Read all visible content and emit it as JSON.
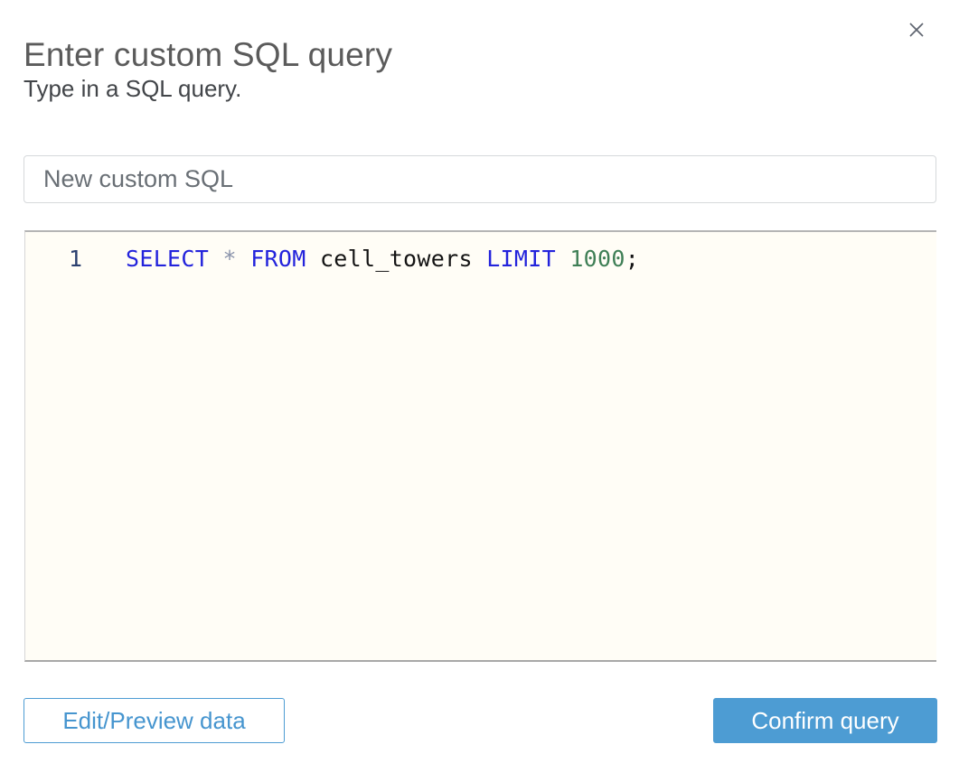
{
  "dialog": {
    "title": "Enter custom SQL query",
    "subtitle": "Type in a SQL query.",
    "close_icon": "close-icon"
  },
  "query_name_input": {
    "value": "New custom SQL"
  },
  "sql_editor": {
    "lines": [
      {
        "number": "1",
        "tokens": [
          {
            "type": "keyword",
            "text": "SELECT"
          },
          {
            "type": "operator",
            "text": "*"
          },
          {
            "type": "keyword",
            "text": "FROM"
          },
          {
            "type": "identifier",
            "text": "cell_towers"
          },
          {
            "type": "keyword",
            "text": "LIMIT"
          },
          {
            "type": "number",
            "text": "1000"
          },
          {
            "type": "punctuation",
            "text": ";"
          }
        ],
        "full_text": "SELECT * FROM cell_towers LIMIT 1000;"
      }
    ]
  },
  "footer": {
    "edit_preview_label": "Edit/Preview data",
    "confirm_label": "Confirm query"
  },
  "colors": {
    "accent_blue": "#4d9cd3",
    "title_gray": "#5b5b5b",
    "keyword_blue": "#2323dc",
    "number_green": "#3f7f56",
    "operator_gray": "#8a93ab",
    "line_number_navy": "#2a3f6f",
    "editor_background": "#fffdf6",
    "input_border": "#d6d9db"
  }
}
